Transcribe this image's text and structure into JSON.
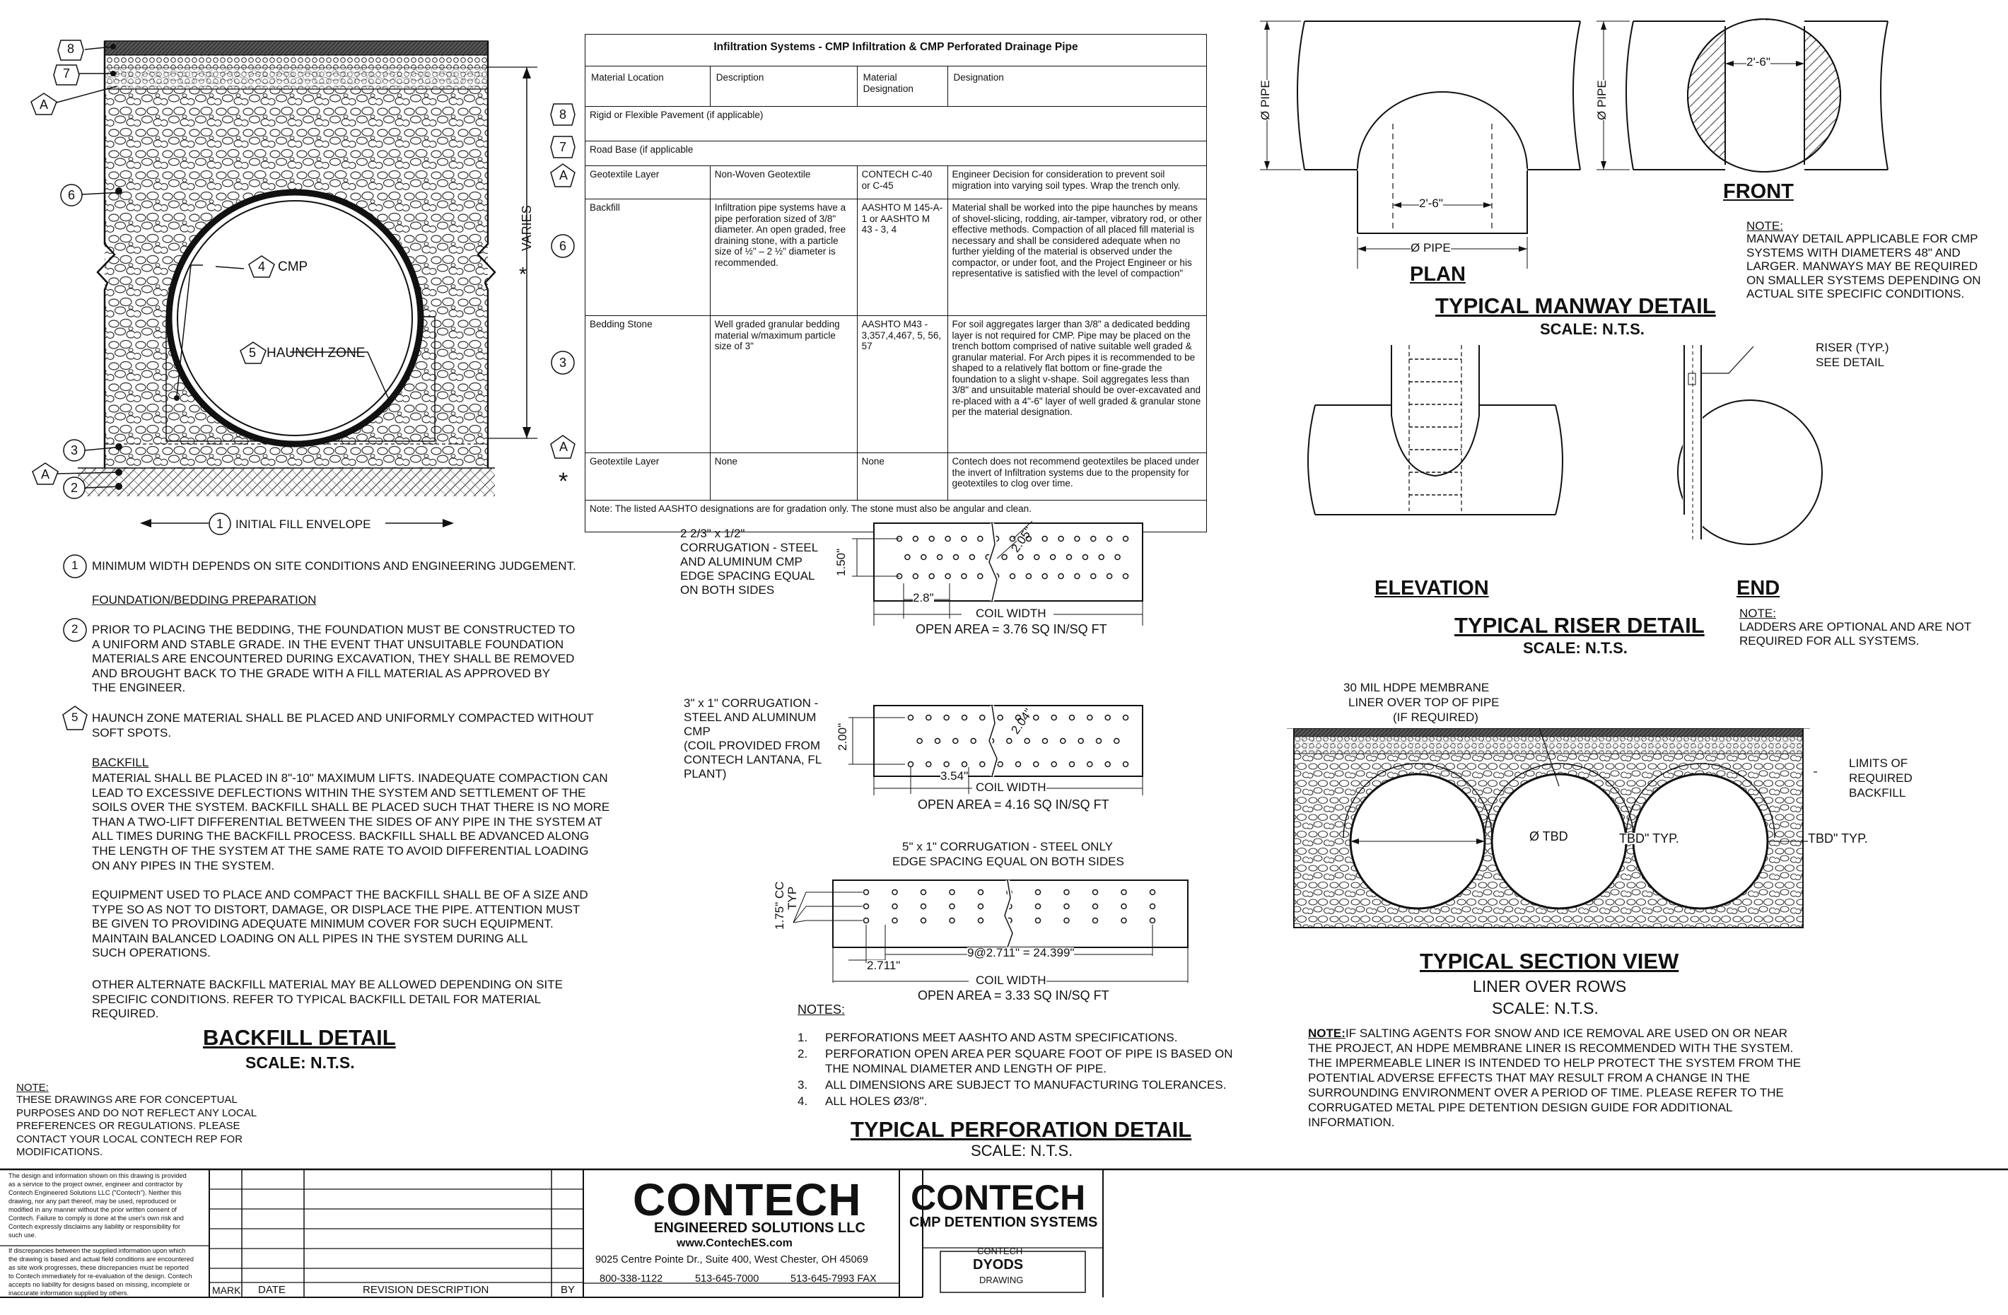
{
  "backfill": {
    "callouts": {
      "c8": "8",
      "c7": "7",
      "cA1": "A",
      "c6": "6",
      "c4": "4",
      "cmp": "CMP",
      "c5": "5",
      "haunch": "HAUNCH ZONE",
      "c3": "3",
      "cA2": "A",
      "c2": "2",
      "c1": "1",
      "envelope": "INITIAL FILL ENVELOPE",
      "varies": "VARIES",
      "star": "*"
    },
    "notes": [
      {
        "num": "1",
        "text": "MINIMUM WIDTH DEPENDS ON SITE CONDITIONS AND ENGINEERING JUDGEMENT."
      },
      {
        "heading": "FOUNDATION/BEDDING PREPARATION"
      },
      {
        "num": "2",
        "lines": [
          "PRIOR TO PLACING THE BEDDING, THE FOUNDATION MUST BE CONSTRUCTED TO",
          "A UNIFORM AND STABLE GRADE.  IN THE EVENT THAT UNSUITABLE FOUNDATION",
          "MATERIALS ARE ENCOUNTERED DURING EXCAVATION, THEY SHALL BE REMOVED",
          "AND BROUGHT BACK TO THE GRADE WITH A FILL MATERIAL AS APPROVED BY",
          "THE ENGINEER."
        ]
      },
      {
        "num": "5",
        "lines": [
          "HAUNCH ZONE MATERIAL SHALL BE PLACED AND UNIFORMLY COMPACTED WITHOUT",
          "SOFT SPOTS."
        ]
      },
      {
        "heading": "BACKFILL"
      },
      {
        "lines": [
          "MATERIAL SHALL BE PLACED IN 8\"-10\" MAXIMUM LIFTS. INADEQUATE COMPACTION CAN",
          "LEAD TO EXCESSIVE DEFLECTIONS WITHIN THE SYSTEM AND SETTLEMENT OF THE",
          "SOILS OVER THE SYSTEM.  BACKFILL SHALL BE PLACED SUCH THAT THERE IS NO MORE",
          "THAN A TWO-LIFT DIFFERENTIAL BETWEEN THE SIDES OF ANY PIPE IN THE SYSTEM AT",
          "ALL TIMES DURING THE BACKFILL PROCESS.  BACKFILL SHALL BE ADVANCED ALONG",
          "THE LENGTH OF THE SYSTEM AT THE SAME RATE TO AVOID DIFFERENTIAL LOADING",
          "ON ANY PIPES IN THE SYSTEM."
        ]
      },
      {
        "lines": [
          "EQUIPMENT USED TO PLACE AND COMPACT THE BACKFILL SHALL BE OF A SIZE AND",
          "TYPE SO AS NOT TO DISTORT, DAMAGE, OR DISPLACE THE PIPE.  ATTENTION MUST",
          "BE GIVEN TO PROVIDING ADEQUATE MINIMUM COVER FOR SUCH EQUIPMENT.",
          "MAINTAIN BALANCED LOADING ON ALL PIPES IN THE SYSTEM DURING ALL",
          "SUCH OPERATIONS."
        ]
      },
      {
        "lines": [
          "OTHER ALTERNATE BACKFILL MATERIAL MAY BE ALLOWED DEPENDING ON SITE",
          "SPECIFIC CONDITIONS.  REFER TO TYPICAL BACKFILL DETAIL FOR MATERIAL",
          "REQUIRED."
        ]
      }
    ],
    "title": "BACKFILL DETAIL",
    "scale": "SCALE: N.T.S."
  },
  "general_note": {
    "label": "NOTE:",
    "lines": [
      "THESE DRAWINGS ARE FOR CONCEPTUAL",
      "PURPOSES AND DO NOT REFLECT ANY LOCAL",
      "PREFERENCES OR REGULATIONS. PLEASE",
      "CONTACT YOUR LOCAL CONTECH REP FOR",
      "MODIFICATIONS."
    ]
  },
  "table": {
    "title": "Infiltration Systems - CMP Infiltration & CMP Perforated Drainage Pipe",
    "headers": [
      "Material Location",
      "Description",
      "Material Designation",
      "Designation"
    ],
    "rows": [
      {
        "marker": "8",
        "cells": [
          "Rigid or Flexible Pavement (if applicable)"
        ],
        "span": true
      },
      {
        "marker": "7",
        "cells": [
          "Road Base (if applicable"
        ],
        "span": true
      },
      {
        "marker": "A",
        "cells": [
          "Geotextile Layer",
          "Non-Woven Geotextile",
          "CONTECH C-40 or C-45",
          "Engineer Decision for consideration to prevent soil migration into varying soil types. Wrap the trench only."
        ]
      },
      {
        "marker": "6",
        "cells": [
          "Backfill",
          "Infiltration pipe systems have a pipe perforation sized of 3/8\" diameter. An open graded, free draining stone, with a particle size of ½\" – 2 ½\" diameter is recommended.",
          "AASHTO M 145-A-1 or AASHTO M 43 - 3, 4",
          "Material shall be worked into the pipe haunches by means of shovel-slicing, rodding, air-tamper, vibratory rod, or other effective methods.  Compaction of all placed fill material is necessary and shall be considered adequate when no further yielding of the material is observed under the compactor, or under foot, and the Project Engineer or his representative is satisfied with the level of compaction\""
        ]
      },
      {
        "marker": "3",
        "cells": [
          "Bedding Stone",
          "Well graded granular bedding material w/maximum particle size of 3\"",
          "AASHTO M43 - 3,357,4,467, 5, 56, 57",
          "For soil aggregates larger than 3/8\" a dedicated bedding layer is not required for CMP. Pipe may be placed on the trench bottom comprised of native suitable well graded & granular material. For Arch pipes it is  recommended to be shaped to a relatively flat bottom or fine-grade the foundation to a slight v-shape. Soil aggregates less than 3/8\" and unsuitable material should be over-excavated and re-placed with a 4\"-6\" layer of well graded & granular stone per the material designation."
        ]
      },
      {
        "marker": "A",
        "cells": [
          "Geotextile Layer",
          "None",
          "None",
          "Contech does not recommend geotextiles be placed under the invert of Infiltration systems due to the propensity for geotextiles to clog over time."
        ]
      },
      {
        "marker": "*",
        "cells": [
          "Note: The listed AASHTO designations are for gradation only.  The stone must also be angular and clean."
        ],
        "span": true
      }
    ]
  },
  "perforation": {
    "p1": {
      "label": [
        "2 2/3\" x 1/2\"",
        "CORRUGATION - STEEL",
        "AND ALUMINUM CMP",
        "EDGE SPACING EQUAL",
        "ON BOTH SIDES"
      ],
      "dim_v": "1.50\"",
      "dim_diag": "2.05\"",
      "dim_h": "2.8\"",
      "coil": "COIL WIDTH",
      "open": "OPEN AREA = 3.76 SQ IN/SQ FT",
      "holes": {
        "rows": 3,
        "cols": 15
      }
    },
    "p2": {
      "label": [
        "3\" x 1\" CORRUGATION -",
        "STEEL AND ALUMINUM",
        "CMP",
        "(COIL PROVIDED FROM",
        "CONTECH LANTANA, FL",
        "PLANT)"
      ],
      "dim_v": "2.00\"",
      "dim_diag": "2.04\"",
      "dim_h": "3.54\"",
      "coil": "COIL WIDTH",
      "open": "OPEN AREA = 4.16 SQ IN/SQ FT",
      "holes": {
        "rows": 3,
        "cols": 13
      }
    },
    "p3": {
      "label": [
        "5\" x 1\" CORRUGATION - STEEL ONLY",
        "EDGE SPACING EQUAL ON BOTH SIDES"
      ],
      "dim_v": "1.75\" CC",
      "dim_v2": "TYP",
      "dim_h": "2.711\"",
      "dim_h2": "9@2.711\" = 24.399\"",
      "coil": "COIL WIDTH",
      "open": "OPEN AREA = 3.33 SQ IN/SQ FT",
      "holes": {
        "rows": 3,
        "cols": 11
      }
    },
    "notes_label": "NOTES:",
    "notes": [
      {
        "n": "1.",
        "lines": [
          "PERFORATIONS MEET AASHTO AND ASTM SPECIFICATIONS."
        ]
      },
      {
        "n": "2.",
        "lines": [
          "PERFORATION OPEN AREA PER SQUARE FOOT OF PIPE IS BASED ON",
          "THE NOMINAL DIAMETER AND LENGTH OF PIPE."
        ]
      },
      {
        "n": "3.",
        "lines": [
          "ALL DIMENSIONS ARE SUBJECT TO MANUFACTURING TOLERANCES."
        ]
      },
      {
        "n": "4.",
        "lines": [
          "ALL HOLES Ø3/8\"."
        ]
      }
    ],
    "title": "TYPICAL PERFORATION DETAIL",
    "scale": "SCALE: N.T.S."
  },
  "manway": {
    "pipe_dim_l": "Ø PIPE",
    "pipe_dim_r": "Ø PIPE",
    "dim_plan": "2'-6\"",
    "dim_front": "2'-6\"",
    "pipe_plan": "Ø PIPE",
    "plan": "PLAN",
    "front": "FRONT",
    "title": "TYPICAL MANWAY DETAIL",
    "scale": "SCALE: N.T.S.",
    "note_label": "NOTE:",
    "note_lines": [
      "MANWAY DETAIL APPLICABLE FOR CMP",
      "SYSTEMS WITH DIAMETERS 48\" AND",
      "LARGER. MANWAYS MAY BE REQUIRED",
      "ON SMALLER SYSTEMS DEPENDING ON",
      "ACTUAL SITE SPECIFIC CONDITIONS."
    ]
  },
  "riser": {
    "riser_label": [
      "RISER (TYP.)",
      "SEE DETAIL"
    ],
    "elevation": "ELEVATION",
    "end": "END",
    "title": "TYPICAL RISER DETAIL",
    "scale": "SCALE: N.T.S.",
    "note_label": "NOTE:",
    "note_lines": [
      "LADDERS ARE OPTIONAL AND ARE NOT",
      "REQUIRED FOR ALL SYSTEMS."
    ]
  },
  "section": {
    "liner_label": [
      "30 MIL HDPE MEMBRANE",
      "LINER OVER TOP OF PIPE",
      "(IF REQUIRED)"
    ],
    "limits_label": [
      "LIMITS OF",
      "REQUIRED",
      "BACKFILL"
    ],
    "dia": "Ø TBD",
    "typ1": "TBD\" TYP.",
    "typ2": "TBD\" TYP.",
    "title": "TYPICAL SECTION VIEW",
    "sub": "LINER OVER ROWS",
    "scale": "SCALE:  N.T.S.",
    "note_label": "NOTE:",
    "note_lines": [
      " IF SALTING AGENTS FOR SNOW AND ICE REMOVAL ARE USED ON OR NEAR",
      "THE PROJECT, AN HDPE MEMBRANE LINER IS RECOMMENDED WITH THE SYSTEM.",
      "THE IMPERMEABLE LINER IS INTENDED TO HELP PROTECT THE SYSTEM FROM THE",
      "POTENTIAL ADVERSE EFFECTS THAT MAY RESULT FROM A CHANGE IN THE",
      "SURROUNDING ENVIRONMENT OVER A PERIOD OF TIME. PLEASE REFER TO THE",
      "CORRUGATED METAL PIPE DETENTION DESIGN GUIDE FOR ADDITIONAL",
      "INFORMATION."
    ]
  },
  "titleblock": {
    "disclaimer1": [
      "The design and information shown on this drawing is provided",
      "as a service to the project owner, engineer and contractor by",
      "Contech Engineered Solutions LLC (\"Contech\").  Neither this",
      "drawing, nor any part thereof, may be used, reproduced or",
      "modified in any manner without the prior written consent of",
      "Contech.  Failure to comply is done at the user's own risk and",
      "Contech expressly disclaims any liability or responsibility for",
      "such use."
    ],
    "disclaimer2": [
      "If discrepancies between the supplied information upon which",
      "the drawing is based and actual field conditions are encountered",
      "as site work progresses, these discrepancies must be reported",
      "to Contech immediately for re-evaluation of the design.  Contech",
      "accepts no liability for designs based on missing, incomplete or",
      "inaccurate information supplied by others."
    ],
    "cols": [
      "MARK",
      "DATE",
      "REVISION DESCRIPTION",
      "BY"
    ],
    "brand1": "CONTECH",
    "brand1_sub": "ENGINEERED SOLUTIONS LLC",
    "web": "www.ContechES.com",
    "address": "9025 Centre Pointe Dr., Suite 400,  West Chester, OH 45069",
    "phone1": "800-338-1122",
    "phone2": "513-645-7000",
    "fax": "513-645-7993 FAX",
    "brand2": "CONTECH",
    "brand2_sub": "CMP DETENTION SYSTEMS",
    "dwg_top": "CONTECH",
    "dwg_mid": "DYODS",
    "dwg_bot": "DRAWING"
  }
}
